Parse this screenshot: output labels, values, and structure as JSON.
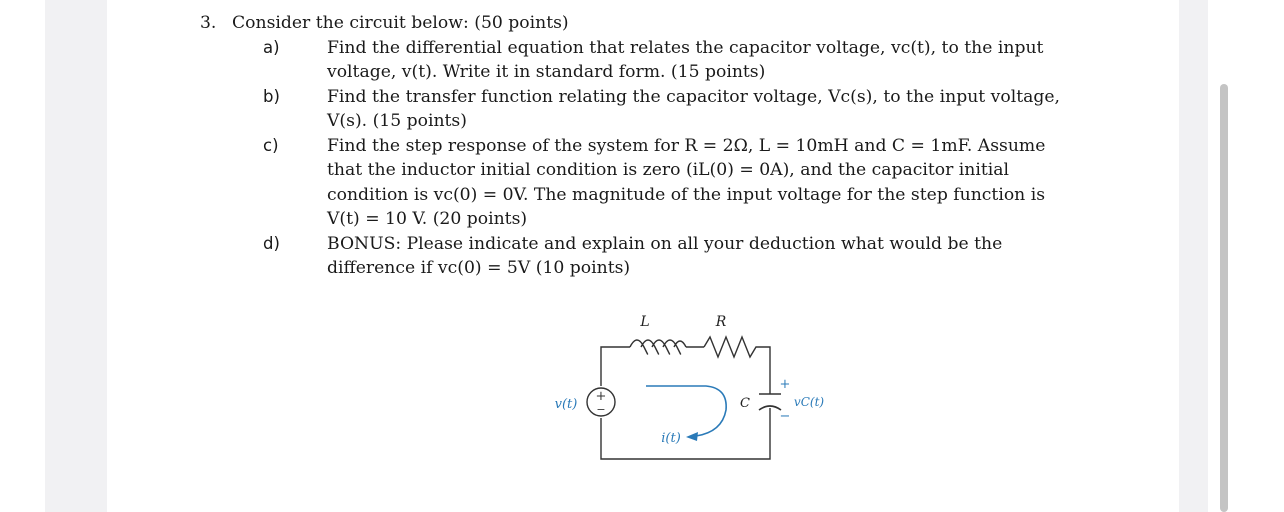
{
  "question": {
    "number": "3.",
    "intro": "Consider the circuit below: (50 points)",
    "parts": [
      {
        "label": "a)",
        "text": "Find the differential equation that relates the capacitor voltage, vc(t), to the input\nvoltage, v(t). Write it in standard form. (15 points)"
      },
      {
        "label": "b)",
        "text": "Find the transfer function relating the capacitor voltage, Vc(s), to the input voltage,\nV(s). (15 points)"
      },
      {
        "label": "c)",
        "text": "Find the step response of the system for R = 2Ω, L = 10mH and C = 1mF. Assume\nthat the inductor initial condition is zero (iL(0) = 0A), and the capacitor initial\ncondition is vc(0) = 0V. The magnitude of the input voltage for the step function is\nV(t) = 10 V. (20 points)"
      },
      {
        "label": "d)",
        "text": "BONUS: Please indicate and explain on all your deduction what would be the\ndifference if vc(0) = 5V (10 points)"
      }
    ]
  },
  "circuit": {
    "inductor_label": "L",
    "resistor_label": "R",
    "source_label": "v(t)",
    "capacitor_label": "C",
    "capacitor_voltage_label": "vC(t)",
    "current_label": "i(t)",
    "plus_sign": "+",
    "minus_sign": "−",
    "accent_color": "#2a7ab8"
  }
}
